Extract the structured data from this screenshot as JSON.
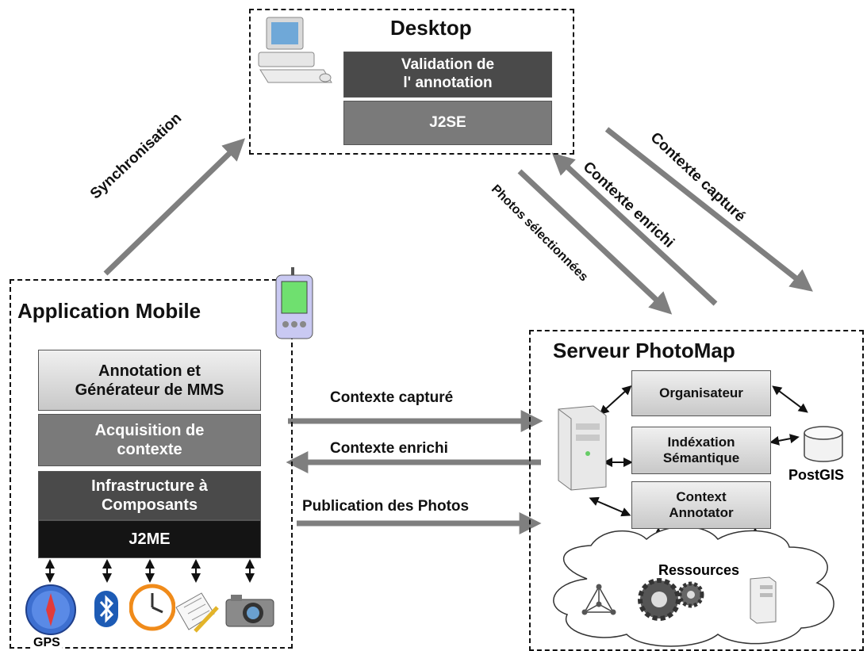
{
  "desktop": {
    "title": "Desktop",
    "validation": "Validation de\nl' annotation",
    "j2se": "J2SE"
  },
  "mobile": {
    "title": "Application Mobile",
    "annotation": "Annotation et\nGénérateur de MMS",
    "acquisition": "Acquisition de\ncontexte",
    "infrastructure": "Infrastructure à\nComposants",
    "j2me": "J2ME",
    "gps": "GPS"
  },
  "server": {
    "title": "Serveur PhotoMap",
    "organisateur": "Organisateur",
    "indexation": "Indéxation\nSémantique",
    "context_annotator": "Context\nAnnotator",
    "postgis": "PostGIS",
    "ressources": "Ressources"
  },
  "arrows": {
    "synchronisation": "Synchronisation",
    "photos_selectionnees": "Photos sélectionnées",
    "contexte_enrichi_diag": "Contexte enrichi",
    "contexte_capture_diag": "Contexte capturé",
    "contexte_capture": "Contexte capturé",
    "contexte_enrichi": "Contexte enrichi",
    "publication": "Publication des Photos"
  },
  "colors": {
    "arrow": "#7f7f7f",
    "dark_box": "#4a4a4a",
    "mid_box": "#7a7a7a",
    "black_box": "#141414"
  },
  "icons": [
    "desktop-computer-icon",
    "mobile-phone-icon",
    "server-tower-icon",
    "database-icon",
    "compass-icon",
    "bluetooth-icon",
    "clock-icon",
    "notepad-icon",
    "camera-icon",
    "network-graph-icon",
    "gears-icon"
  ]
}
